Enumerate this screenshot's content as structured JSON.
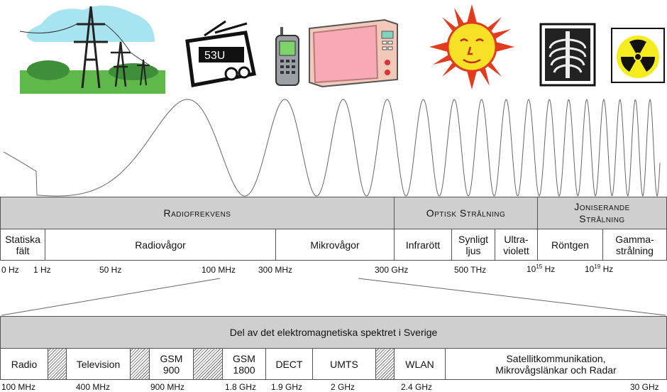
{
  "icons": [
    "power-lines-icon",
    "radio-icon",
    "mobile-phone-icon",
    "microwave-oven-icon",
    "sun-icon",
    "xray-icon",
    "radiation-icon"
  ],
  "top_headers": [
    {
      "label": "Radiofrekvens"
    },
    {
      "label": "Optisk Strålning"
    },
    {
      "label": "Joniserande\nStrålning"
    }
  ],
  "top_cells": [
    {
      "label": "Statiska\nfält"
    },
    {
      "label": "Radiovågor"
    },
    {
      "label": "Mikrovågor"
    },
    {
      "label": "Infrarött"
    },
    {
      "label": "Synligt\nljus"
    },
    {
      "label": "Ultra-\nviolett"
    },
    {
      "label": "Röntgen"
    },
    {
      "label": "Gamma-\nstrålning"
    }
  ],
  "top_ticks": [
    {
      "label": "0 Hz"
    },
    {
      "label": "1 Hz"
    },
    {
      "label": "50 Hz"
    },
    {
      "label": "100 MHz"
    },
    {
      "label": "300 MHz"
    },
    {
      "label": "300 GHz"
    },
    {
      "label": "500 THz"
    },
    {
      "base": "10",
      "exp": "15",
      "unit": " Hz"
    },
    {
      "base": "10",
      "exp": "19",
      "unit": " Hz"
    }
  ],
  "bottom_header": "Del av det elektromagnetiska spektret i Sverige",
  "bottom_cells": [
    {
      "label": "Radio"
    },
    {
      "label": ""
    },
    {
      "label": "Television"
    },
    {
      "label": ""
    },
    {
      "label": "GSM\n900"
    },
    {
      "label": ""
    },
    {
      "label": "GSM\n1800"
    },
    {
      "label": "DECT"
    },
    {
      "label": "UMTS"
    },
    {
      "label": ""
    },
    {
      "label": "WLAN"
    },
    {
      "label": "Satellitkommunikation,\nMikrovågslänkar och Radar"
    }
  ],
  "bottom_ticks": [
    {
      "label": "100 MHz"
    },
    {
      "label": "400 MHz"
    },
    {
      "label": "900 MHz"
    },
    {
      "label": "1.8 GHz"
    },
    {
      "label": "1.9 GHz"
    },
    {
      "label": "2 GHz"
    },
    {
      "label": "2.4 GHz"
    },
    {
      "label": "30 GHz"
    }
  ]
}
